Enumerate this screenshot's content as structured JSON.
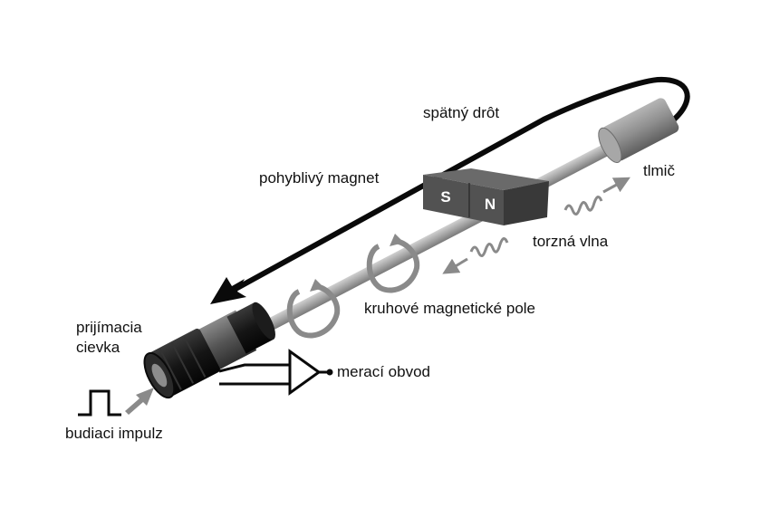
{
  "labels": {
    "return_wire": "spätný drôt",
    "damper": "tlmič",
    "moving_magnet": "pohyblivý magnet",
    "torsional_wave": "torzná vlna",
    "circular_field": "kruhové magnetické pole",
    "receiving_coil_line1": "prijímacia",
    "receiving_coil_line2": "cievka",
    "measuring_circuit": "merací obvod",
    "excitation_pulse": "budiaci impulz"
  },
  "magnet": {
    "south": "S",
    "north": "N"
  },
  "colors": {
    "background": "#ffffff",
    "return_wire": "#0a0a0a",
    "waveguide_rod": "#a8a8a8",
    "magnet": "#4d4d4d",
    "coil": "#1a1a1a",
    "damper": "#8c8c8c",
    "field_arrows": "#8a8a8a",
    "text": "#111111"
  }
}
